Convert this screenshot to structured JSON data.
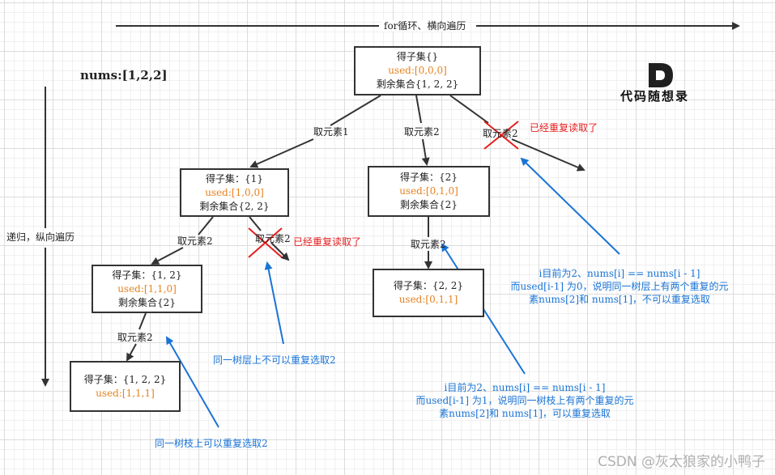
{
  "top_axis": {
    "label": "for循环、横向遍历"
  },
  "left_axis": {
    "label": "递归，纵向遍历"
  },
  "nums_label": "nums:[1,2,2]",
  "logo": {
    "text": "代码随想录"
  },
  "nodes": {
    "root": {
      "l1": "得子集{}",
      "l2": "used:[0,0,0]",
      "l3": "剩余集合{1, 2, 2}"
    },
    "n1": {
      "l1": "得子集：{1}",
      "l2": "used:[1,0,0]",
      "l3": "剩余集合{2, 2}"
    },
    "n2": {
      "l1": "得子集：{2}",
      "l2": "used:[0,1,0]",
      "l3": "剩余集合{2}"
    },
    "n12": {
      "l1": "得子集：{1, 2}",
      "l2": "used:[1,1,0]",
      "l3": "剩余集合{2}"
    },
    "n22": {
      "l1": "得子集：{2, 2}",
      "l2": "used:[0,1,1]"
    },
    "n122": {
      "l1": "得子集：{1, 2, 2}",
      "l2": "used:[1,1,1]"
    }
  },
  "edges": {
    "root_e1": "取元素1",
    "root_e2": "取元素2",
    "root_e3": "取元素2",
    "n1_e1": "取元素2",
    "n1_e2": "取元素2",
    "n2_e1": "取元素2",
    "n12_e1": "取元素2"
  },
  "notes": {
    "dup_top": "已经重复读取了",
    "dup_mid": "已经重复读取了",
    "same_layer": "同一树层上不可以重复选取2",
    "same_branch": "同一树枝上可以重复选取2",
    "right_note": [
      "i目前为2、nums[i] == nums[i - 1]",
      "而used[i-1] 为0，说明同一树层上有两个重复的元",
      "素nums[2]和 nums[1]，不可以重复选取"
    ],
    "mid_note": [
      "i目前为2、nums[i] == nums[i - 1]",
      "而used[i-1] 为1，说明同一树枝上有两个重复的元",
      "素nums[2]和 nums[1]，可以重复选取"
    ]
  },
  "watermark": "CSDN @灰太狼家的小鸭子",
  "colors": {
    "blue": "#1a74d6",
    "red": "#e61e1e",
    "orange": "#e6821e",
    "dark": "#333333"
  }
}
